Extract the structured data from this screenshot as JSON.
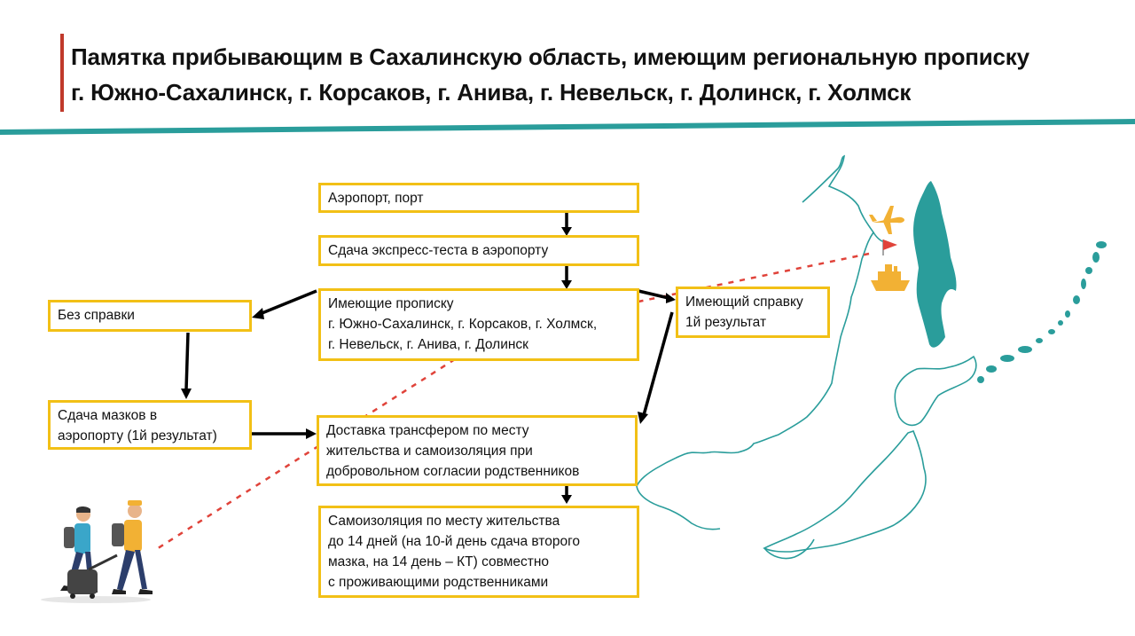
{
  "header": {
    "title_line1": "Памятка прибывающим в Сахалинскую область, имеющим региональную прописку",
    "title_line2": "г. Южно-Сахалинск, г. Корсаков, г. Анива, г. Невельск, г. Долинск, г. Холмск"
  },
  "flow": {
    "airport": "Аэропорт, порт",
    "express_test": "Сдача экспресс-теста в аэропорту",
    "registered": [
      "Имеющие прописку",
      "г. Южно-Сахалинск, г. Корсаков, г. Холмск,",
      "г. Невельск, г. Анива, г. Долинск"
    ],
    "no_certificate": "Без справки",
    "has_certificate": [
      "Имеющий справку",
      "1й результат"
    ],
    "swabs": [
      "Сдача мазков в",
      "аэропорту (1й результат)"
    ],
    "transfer": [
      "Доставка трансфером по месту",
      "жительства и самоизоляция при",
      "добровольном согласии родственников"
    ],
    "isolation": [
      "Самоизоляция по месту жительства",
      "до 14 дней (на 10-й день сдача второго",
      "мазка, на 14 день – КТ) совместно",
      "с проживающими родственниками"
    ]
  },
  "colors": {
    "accent_red": "#c0392b",
    "teal": "#2a9d9b",
    "box_border": "#f2c016",
    "icon_orange": "#f2b134",
    "dotted_red": "#e0433a"
  },
  "icons": [
    "plane-icon",
    "ship-icon",
    "flag-icon",
    "travelers-illustration",
    "map-illustration"
  ]
}
